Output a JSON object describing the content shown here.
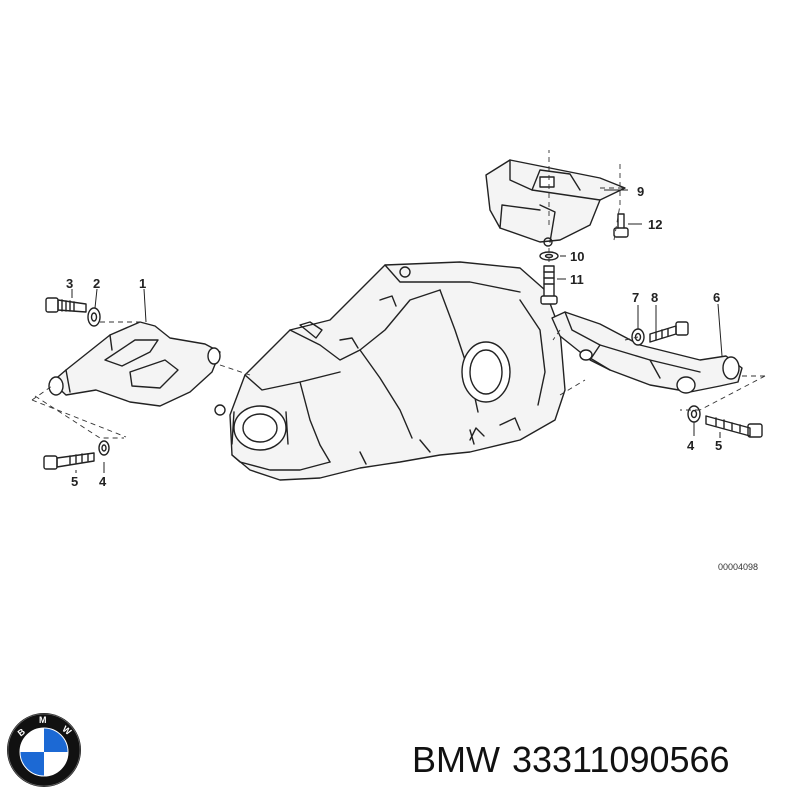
{
  "diagram": {
    "callouts": {
      "c1": "1",
      "c2": "2",
      "c3": "3",
      "c4a": "4",
      "c5a": "5",
      "c6": "6",
      "c7": "7",
      "c8": "8",
      "c9": "9",
      "c10": "10",
      "c11": "11",
      "c12": "12",
      "c4b": "4",
      "c5b": "5"
    },
    "reference_code": "00004098"
  },
  "caption": {
    "brand": "BMW",
    "part_number": "33311090566"
  },
  "logo": {
    "icon": "bmw-roundel-icon",
    "letters": [
      "B",
      "M",
      "W"
    ],
    "colors": {
      "blue": "#1c69d4",
      "ring": "#111111",
      "white": "#ffffff"
    }
  }
}
